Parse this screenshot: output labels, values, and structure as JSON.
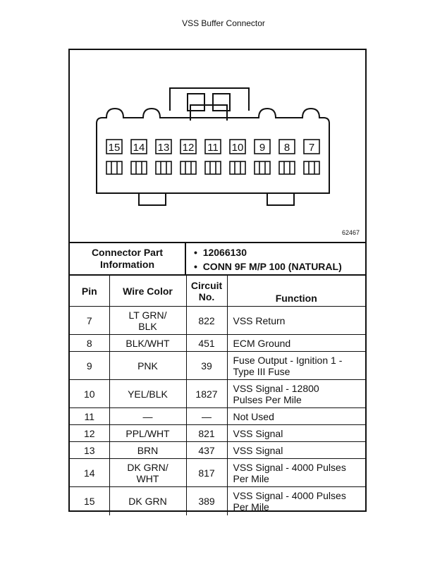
{
  "title": "VSS Buffer Connector",
  "figure_number": "62467",
  "connector": {
    "cavity_numbers": [
      "15",
      "14",
      "13",
      "12",
      "11",
      "10",
      "9",
      "8",
      "7"
    ]
  },
  "part_info": {
    "label_line1": "Connector Part",
    "label_line2": "Information",
    "values": [
      "12066130",
      "CONN 9F M/P 100 (NATURAL)"
    ]
  },
  "table": {
    "headers": {
      "pin": "Pin",
      "wire_color": "Wire Color",
      "circuit_line1": "Circuit",
      "circuit_line2": "No.",
      "function": "Function"
    },
    "rows": [
      {
        "pin": "7",
        "wire": [
          "LT GRN/",
          "BLK"
        ],
        "circuit": "822",
        "function": [
          "VSS Return"
        ]
      },
      {
        "pin": "8",
        "wire": [
          "BLK/WHT"
        ],
        "circuit": "451",
        "function": [
          "ECM Ground"
        ]
      },
      {
        "pin": "9",
        "wire": [
          "PNK"
        ],
        "circuit": "39",
        "function": [
          "Fuse Output - Ignition 1 -",
          "Type III Fuse"
        ]
      },
      {
        "pin": "10",
        "wire": [
          "YEL/BLK"
        ],
        "circuit": "1827",
        "function": [
          "VSS Signal - 12800",
          "Pulses Per Mile"
        ]
      },
      {
        "pin": "11",
        "wire": [
          "—"
        ],
        "circuit": "—",
        "function": [
          "Not Used"
        ]
      },
      {
        "pin": "12",
        "wire": [
          "PPL/WHT"
        ],
        "circuit": "821",
        "function": [
          "VSS Signal"
        ]
      },
      {
        "pin": "13",
        "wire": [
          "BRN"
        ],
        "circuit": "437",
        "function": [
          "VSS Signal"
        ]
      },
      {
        "pin": "14",
        "wire": [
          "DK GRN/",
          "WHT"
        ],
        "circuit": "817",
        "function": [
          "VSS Signal - 4000 Pulses",
          "Per Mile"
        ]
      },
      {
        "pin": "15",
        "wire": [
          "DK GRN"
        ],
        "circuit": "389",
        "function": [
          "VSS Signal - 4000 Pulses",
          "Per Mile"
        ]
      }
    ]
  }
}
